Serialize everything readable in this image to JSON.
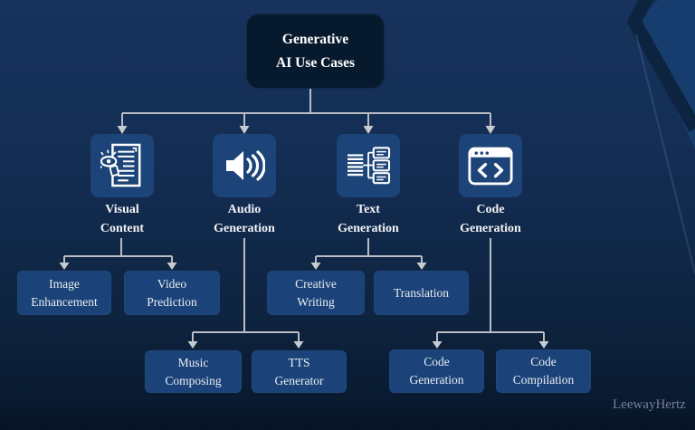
{
  "diagram_title": "Generative AI Use Cases",
  "root": {
    "line1": "Generative",
    "line2": "AI Use Cases"
  },
  "branches": [
    {
      "label1": "Visual",
      "label2": "Content",
      "icon": "document-eye-icon",
      "children": [
        {
          "line1": "Image",
          "line2": "Enhancement"
        },
        {
          "line1": "Video",
          "line2": "Prediction"
        }
      ]
    },
    {
      "label1": "Audio",
      "label2": "Generation",
      "icon": "speaker-waves-icon",
      "children": [
        {
          "line1": "Music",
          "line2": "Composing"
        },
        {
          "line1": "TTS",
          "line2": "Generator"
        }
      ]
    },
    {
      "label1": "Text",
      "label2": "Generation",
      "icon": "document-flowchart-icon",
      "children": [
        {
          "line1": "Creative",
          "line2": "Writing"
        },
        {
          "line1": "Translation",
          "line2": ""
        }
      ]
    },
    {
      "label1": "Code",
      "label2": "Generation",
      "icon": "code-window-icon",
      "children": [
        {
          "line1": "Code",
          "line2": "Generation"
        },
        {
          "line1": "Code",
          "line2": "Compilation"
        }
      ]
    }
  ],
  "watermark": "LeewayHertz",
  "colors": {
    "background_top": "#17335d",
    "background_bottom": "#071425",
    "root_box": "#071a2d",
    "node_box": "#1b4379",
    "icon_tile": "#1c4478",
    "connector": "#b9bdc3",
    "arrowhead": "#c7cbd1",
    "text": "#ffffff",
    "watermark_text": "#76819a",
    "decoration_bright": "#173c6e",
    "decoration_dark": "#0d2440"
  }
}
